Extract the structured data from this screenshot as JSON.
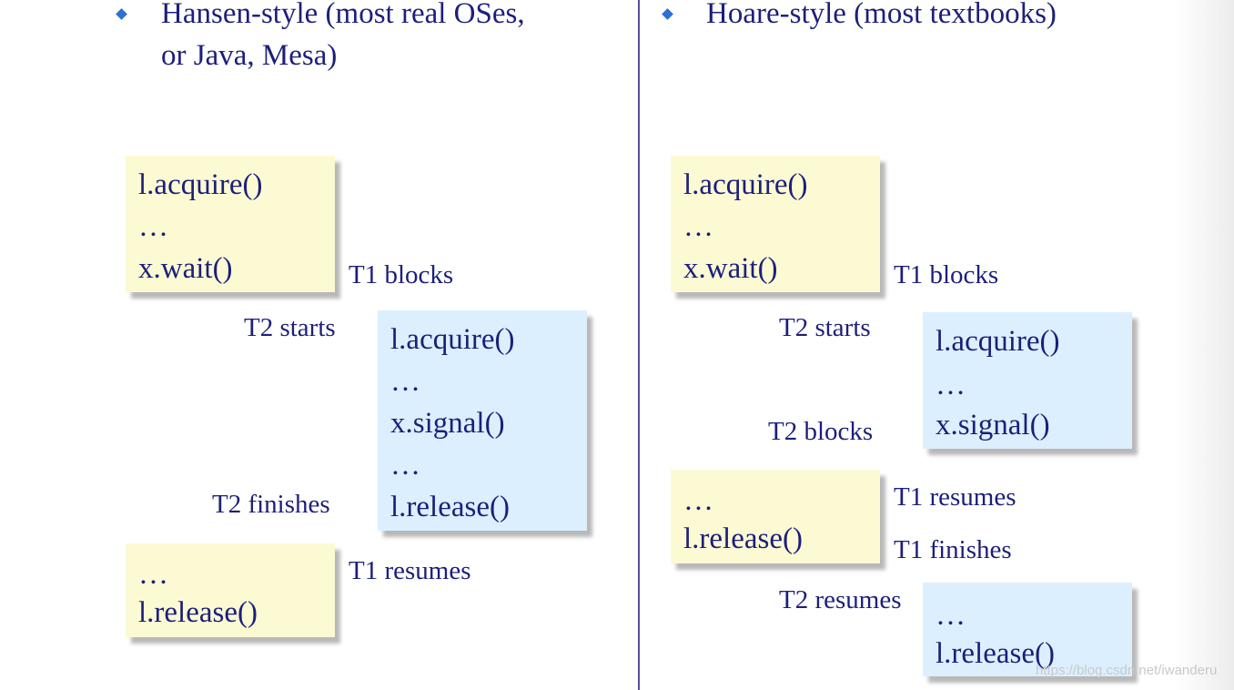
{
  "left": {
    "heading_line1": "Hansen-style (most real OSes,",
    "heading_line2": "or Java, Mesa)",
    "box1": [
      "l.acquire()",
      "…",
      "x.wait()"
    ],
    "box2": [
      "l.acquire()",
      "…",
      "x.signal()",
      "…",
      "l.release()"
    ],
    "box3": [
      "…",
      "l.release()"
    ],
    "labels": {
      "t1_blocks": "T1 blocks",
      "t2_starts": "T2 starts",
      "t2_finishes": "T2 finishes",
      "t1_resumes": "T1 resumes"
    }
  },
  "right": {
    "heading": "Hoare-style (most textbooks)",
    "box1": [
      "l.acquire()",
      "…",
      "x.wait()"
    ],
    "box2": [
      "l.acquire()",
      "…",
      "x.signal()"
    ],
    "box3": [
      "…",
      "l.release()"
    ],
    "box4": [
      "…",
      "l.release()"
    ],
    "labels": {
      "t1_blocks": "T1 blocks",
      "t2_starts": "T2 starts",
      "t2_blocks": "T2 blocks",
      "t1_resumes": "T1 resumes",
      "t1_finishes": "T1 finishes",
      "t2_resumes": "T2 resumes"
    }
  },
  "watermark": "https://blog.csdn.net/iwanderu",
  "colors": {
    "text": "#1c1f7a",
    "yellow_box": "#fbfad3",
    "blue_box": "#dcefff",
    "bullet": "#2f6fd6",
    "divider": "#5a4f9a"
  }
}
